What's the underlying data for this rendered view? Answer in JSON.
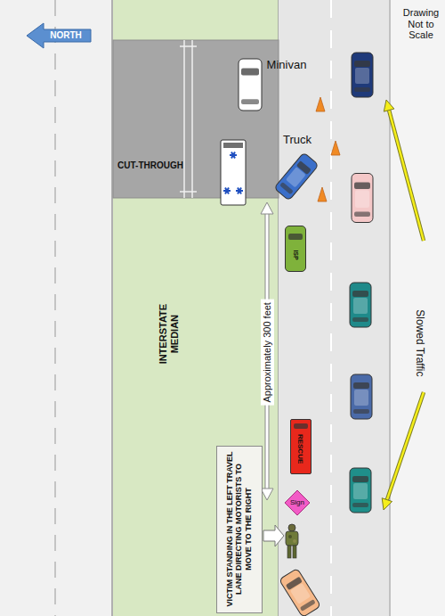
{
  "diagram": {
    "nodes": [
      {
        "text": [
          "CUT-THROUGH"
        ]
      },
      {
        "text": [
          "INTERSTATE MEDIAN"
        ]
      },
      {
        "text": [
          "ISP"
        ]
      },
      {
        "text": [
          "RESCUE"
        ]
      },
      {
        "text": [
          "Sign"
        ]
      },
      {
        "text": [
          "VICTIM STANDING IN THE LEFT TRAVEL LANE DIRECTING MOTORISTS TO MOVE TO THE RIGHT"
        ]
      }
    ],
    "labels": [
      "NORTH",
      "Minivan",
      "Truck",
      "Approximately 300 feet",
      "Drawing Not to Scale",
      "Slowed Traffic"
    ]
  }
}
